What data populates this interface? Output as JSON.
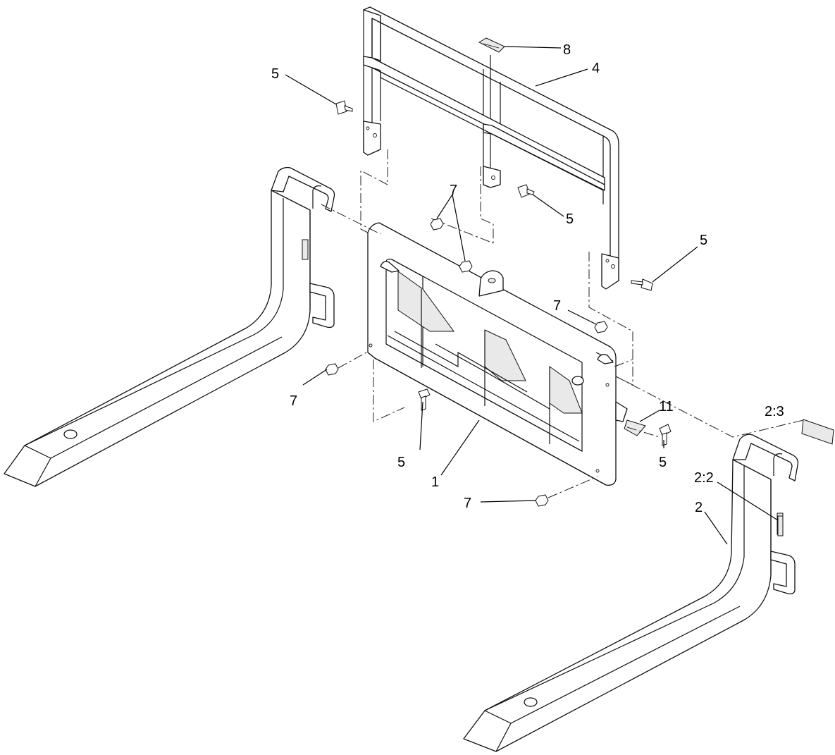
{
  "callouts": {
    "c1": "1",
    "c2": "2",
    "c2_2": "2:2",
    "c2_3": "2:3",
    "c4": "4",
    "c5a": "5",
    "c5b": "5",
    "c5c": "5",
    "c5d": "5",
    "c5e": "5",
    "c7a": "7",
    "c7b": "7",
    "c7c": "7",
    "c7d": "7",
    "c8": "8",
    "c11": "11"
  },
  "colors": {
    "line": "#111111",
    "background": "#ffffff"
  }
}
